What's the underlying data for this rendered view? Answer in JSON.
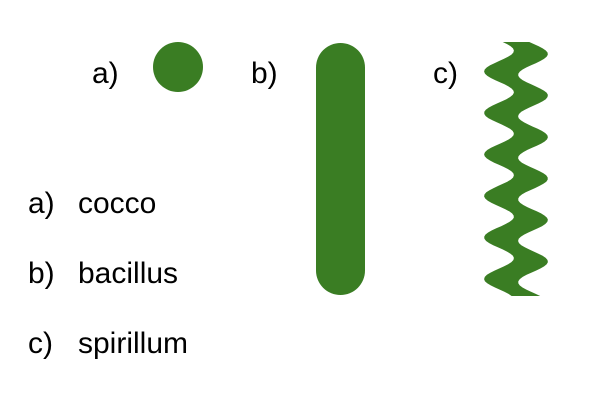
{
  "shape_labels": {
    "a": "a)",
    "b": "b)",
    "c": "c)"
  },
  "legend": [
    {
      "key": "a)",
      "name": "cocco"
    },
    {
      "key": "b)",
      "name": "bacillus"
    },
    {
      "key": "c)",
      "name": "spirillum"
    }
  ],
  "colors": {
    "bacteria": "#3a7d23",
    "text": "#000000"
  }
}
